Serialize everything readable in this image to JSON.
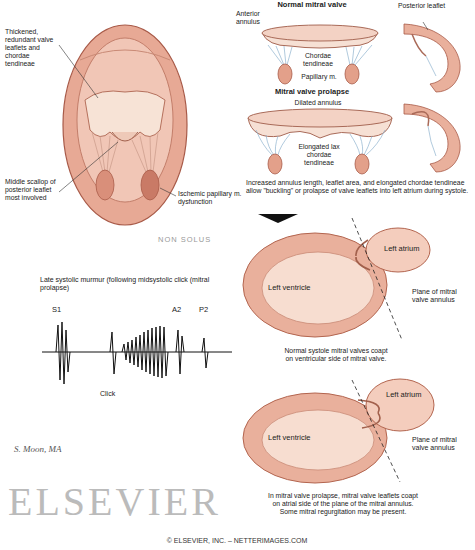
{
  "diagram": {
    "labels": [
      "Thickened, redundant valve leaflets and chordae tendineae",
      "Middle scallop of posterior leaflet most involved",
      "Ischemic papillary m. dysfunction",
      "Normal mitral valve",
      "Anterior annulus",
      "Posterior leaflet",
      "Chordae tendineae",
      "Papillary m.",
      "Mitral valve prolapse",
      "Dilated annulus",
      "Elongated lax chordae tendineae",
      "Increased annulus length, leaflet area, and elongated chordae tendineae allow \"buckling\" or prolapse of valve leaflets into left atrium during systole.",
      "NON SOLUS",
      "Left ventricle",
      "Left atrium",
      "Plane of mitral valve annulus",
      "Normal systole mitral valves coapt on ventricular side of mitral valve.",
      "Late systolic murmur (following midsystolic click (mitral prolapse)",
      "S1",
      "A2",
      "P2",
      "Click",
      "Left ventricle",
      "Left atrium",
      "Plane of mitral valve annulus",
      "In mitral valve prolapse, mitral valve leaflets coapt on atrial side of the plane of the mitral annulus. Some mitral regurgitation may be present.",
      "ELSEVIER",
      "S. Moon, MA",
      "© ELSEVIER, INC. – NETTERIMAGES.COM"
    ]
  }
}
